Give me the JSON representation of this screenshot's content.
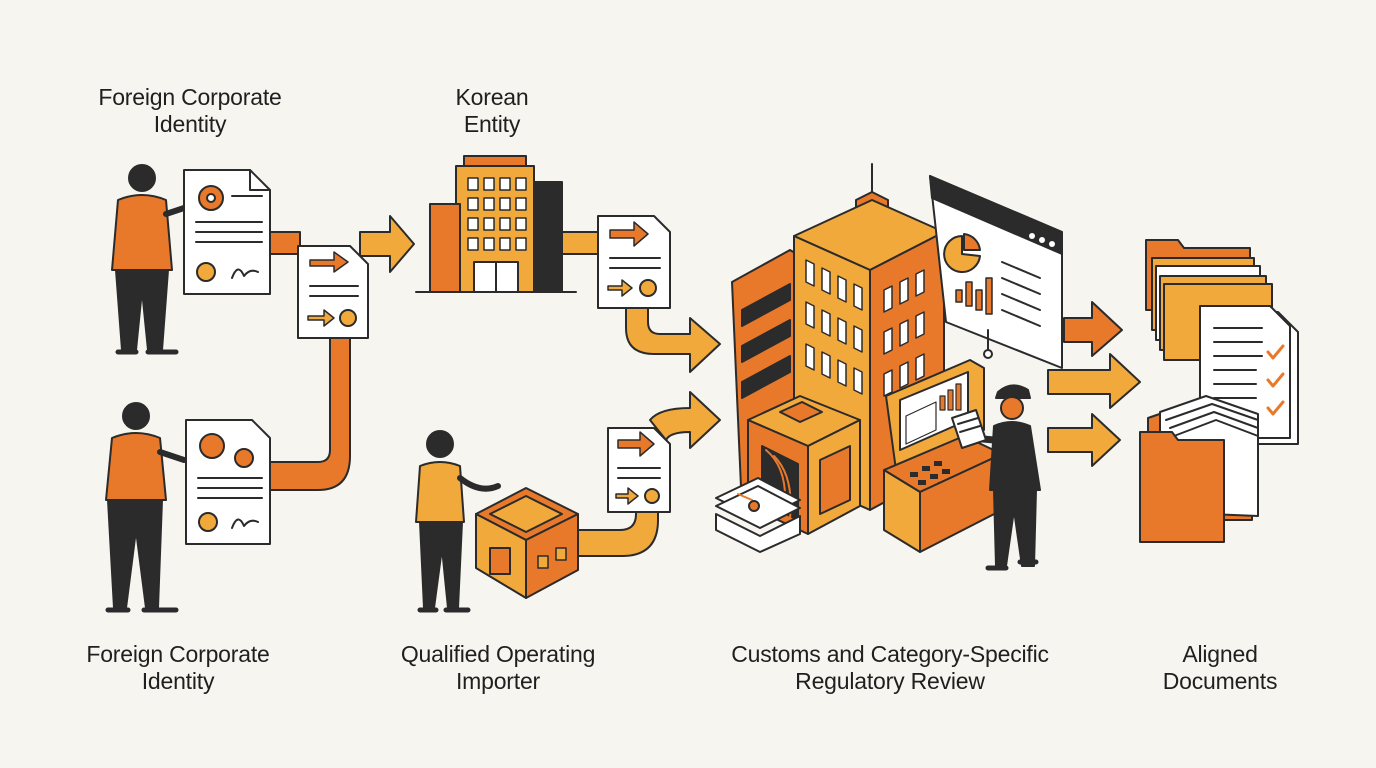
{
  "labels": {
    "foreign_top": {
      "line1": "Foreign Corporate",
      "line2": "Identity"
    },
    "korean_entity": {
      "line1": "Korean",
      "line2": "Entity"
    },
    "foreign_bottom": {
      "line1": "Foreign Corporate",
      "line2": "Identity"
    },
    "qualified_importer": {
      "line1": "Qualified Operating",
      "line2": "Importer"
    },
    "customs_review": {
      "line1": "Customs and Category-Specific",
      "line2": "Regulatory Review"
    },
    "aligned_documents": {
      "line1": "Aligned",
      "line2": "Documents"
    }
  },
  "colors": {
    "orange": "#e8792b",
    "amber": "#f2a93b",
    "dark": "#2b2b2b",
    "paper": "#ffffff",
    "background": "#f7f5f0"
  }
}
